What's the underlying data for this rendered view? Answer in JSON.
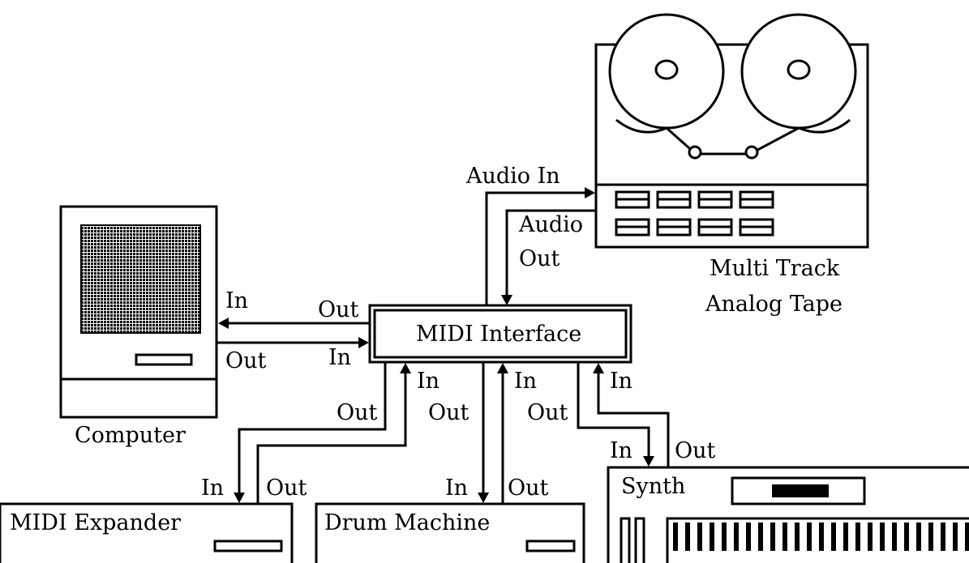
{
  "devices": {
    "computer": "Computer",
    "midi_interface": "MIDI Interface",
    "tape": {
      "line1": "Multi Track",
      "line2": "Analog Tape"
    },
    "midi_expander": "MIDI Expander",
    "drum_machine": "Drum Machine",
    "synth": "Synth"
  },
  "ports": {
    "audio_in": "Audio In",
    "audio_out_line1": "Audio",
    "audio_out_line2": "Out",
    "computer_in": "In",
    "computer_out": "Out",
    "interface_out": "Out",
    "interface_in": "In",
    "expander_link_out": "Out",
    "expander_link_in": "In",
    "drum_link_out": "Out",
    "drum_link_in": "In",
    "synth_link_out": "Out",
    "synth_link_in": "In",
    "expander_in": "In",
    "expander_out": "Out",
    "drum_in": "In",
    "drum_out": "Out",
    "synth_in": "In",
    "synth_out": "Out"
  }
}
